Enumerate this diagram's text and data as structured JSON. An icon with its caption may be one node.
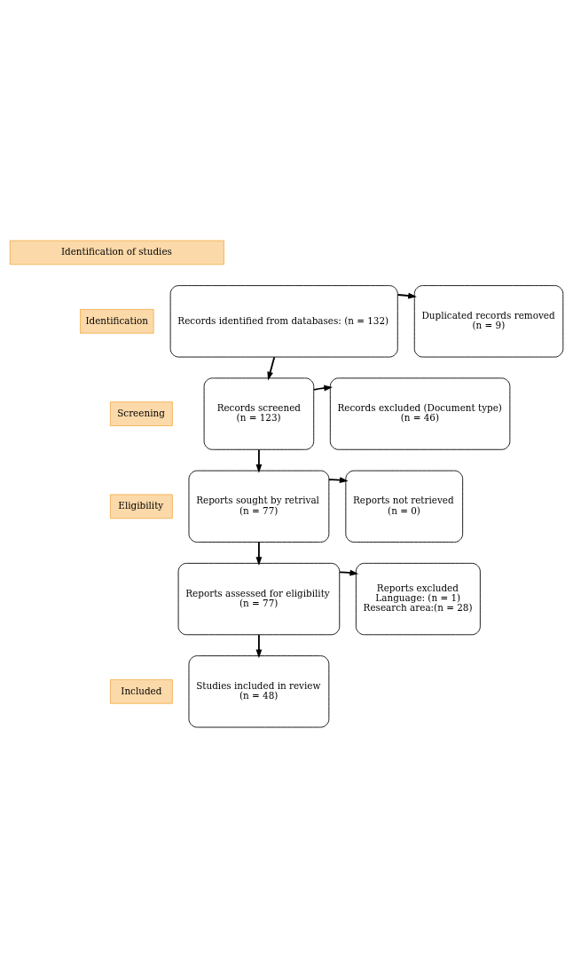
{
  "diagram": {
    "nodes": [
      {
        "text": [
          "Identification of studies"
        ]
      },
      {
        "text": [
          "Identification"
        ]
      },
      {
        "text": [
          "Records identified from databases: (n = 132)"
        ]
      },
      {
        "text": [
          "Duplicated records removed",
          "(n = 9)"
        ]
      },
      {
        "text": [
          "Screening"
        ]
      },
      {
        "text": [
          "Records screened",
          "(n = 123)"
        ]
      },
      {
        "text": [
          "Records excluded (Document type)",
          "(n = 46)"
        ]
      },
      {
        "text": [
          "Eligibility"
        ]
      },
      {
        "text": [
          "Reports sought by retrival",
          "(n = 77)"
        ]
      },
      {
        "text": [
          "Reports not retrieved",
          "(n = 0)"
        ]
      },
      {
        "text": [
          "Reports assessed for eligibility",
          "(n = 77)"
        ]
      },
      {
        "text": [
          "Reports excluded",
          "Language: (n = 1)",
          "Research area:(n = 28)"
        ]
      },
      {
        "text": [
          "Included"
        ]
      },
      {
        "text": [
          "Studies included in review",
          "(n = 48)"
        ]
      }
    ],
    "edges": [
      {
        "from": 2,
        "to": 3,
        "arrow": "to"
      },
      {
        "from": 2,
        "to": 5,
        "arrow": "to"
      },
      {
        "from": 5,
        "to": 6,
        "arrow": "to"
      },
      {
        "from": 5,
        "to": 8,
        "arrow": "to"
      },
      {
        "from": 8,
        "to": 9,
        "arrow": "to"
      },
      {
        "from": 8,
        "to": 10,
        "arrow": "to"
      },
      {
        "from": 10,
        "to": 11,
        "arrow": "to"
      },
      {
        "from": 10,
        "to": 13,
        "arrow": "to"
      }
    ]
  }
}
